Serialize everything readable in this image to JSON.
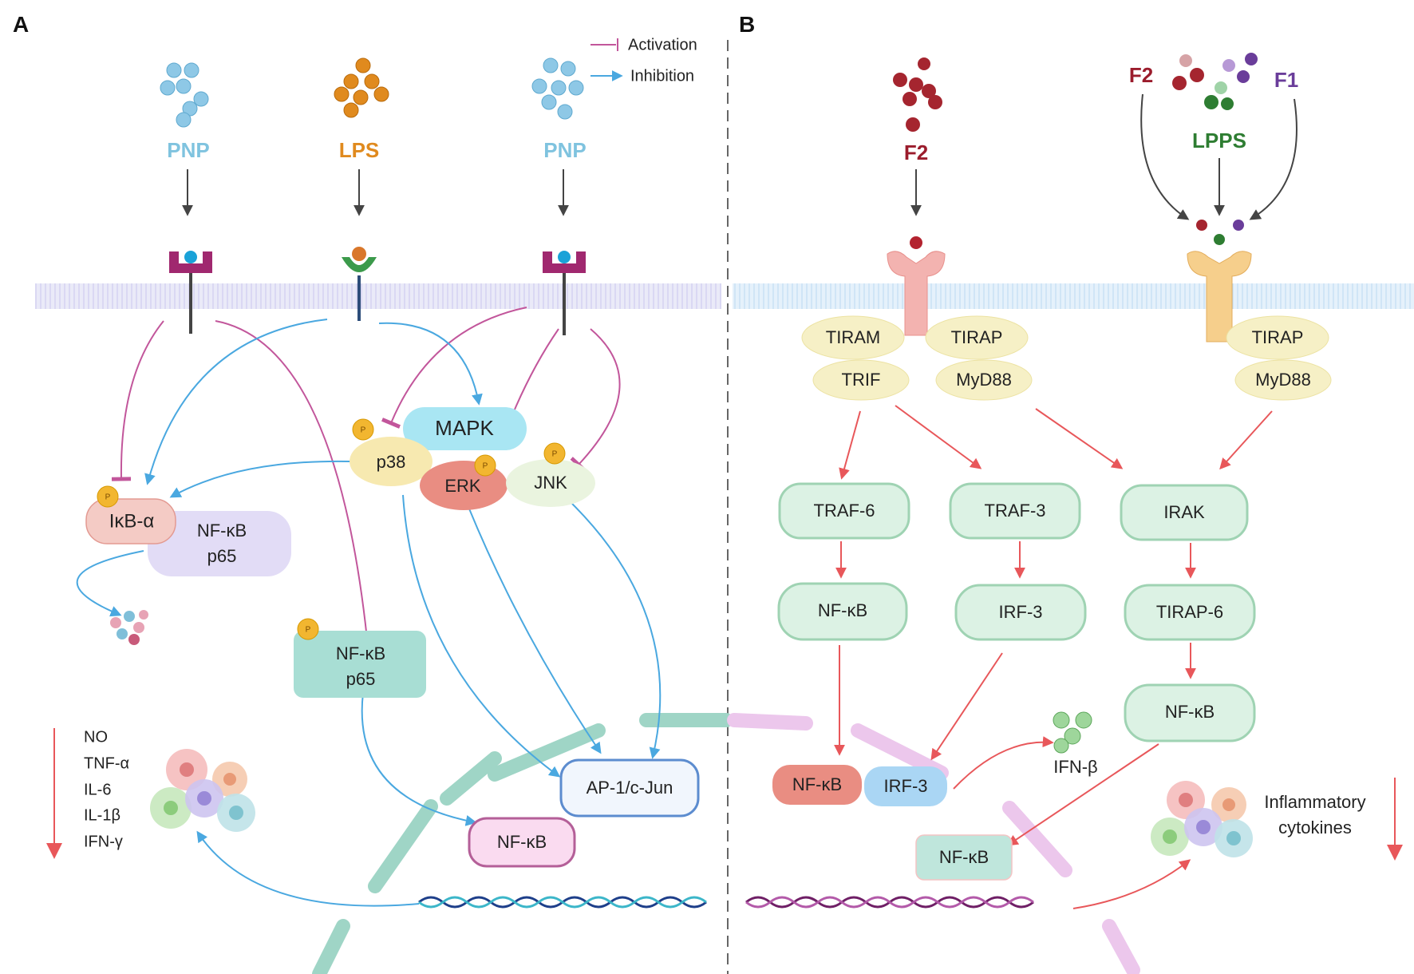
{
  "panels": {
    "a": "A",
    "b": "B"
  },
  "legend": {
    "activation": "Activation",
    "inhibition": "Inhibition"
  },
  "panel_a": {
    "ligands": {
      "pnp_left": "PNP",
      "lps": "LPS",
      "pnp_right": "PNP"
    },
    "mapk": "MAPK",
    "p38": "p38",
    "erk": "ERK",
    "jnk": "JNK",
    "ikba": "IκB-α",
    "nfkb_complex": {
      "line1": "NF-κB",
      "line2": "p65"
    },
    "nfkb_p65": {
      "line1": "NF-κB",
      "line2": "p65"
    },
    "ap1": "AP-1/c-Jun",
    "nfkb_nucleus": "NF-κB",
    "cytokines": [
      "NO",
      "TNF-α",
      "IL-6",
      "IL-1β",
      "IFN-γ"
    ]
  },
  "panel_b": {
    "ligands": {
      "f2_left": "F2",
      "f2_right": "F2",
      "lpps": "LPPS",
      "f1": "F1"
    },
    "adaptors_left": {
      "tiram": "TIRAM",
      "tirap": "TIRAP",
      "trif": "TRIF",
      "myd88": "MyD88"
    },
    "adaptors_right": {
      "tirap": "TIRAP",
      "myd88": "MyD88"
    },
    "traf6": "TRAF-6",
    "traf3": "TRAF-3",
    "irak": "IRAK",
    "nfkb_left": "NF-κB",
    "irf3": "IRF-3",
    "tirap6": "TIRAP-6",
    "nfkb_right": "NF-κB",
    "nfkb_nucleus": "NF-κB",
    "irf3_nucleus": "IRF-3",
    "ifnb": "IFN-β",
    "nfkb_bottom": "NF-κB",
    "inflammatory": {
      "line1": "Inflammatory",
      "line2": "cytokines"
    }
  },
  "colors": {
    "pnp": "#7fc3df",
    "lps": "#e08a1e",
    "f2": "#9b1c2c",
    "f1": "#6a3d9a",
    "lpps": "#2e7d32",
    "activation_blue": "#4aa8e0",
    "inhibition_pink": "#c2569b",
    "red_arrow": "#e8575a"
  },
  "icons": [
    "phosphate-icon",
    "receptor-icon",
    "dna-helix-icon",
    "cell-cluster-icon",
    "degraded-protein-icon"
  ]
}
